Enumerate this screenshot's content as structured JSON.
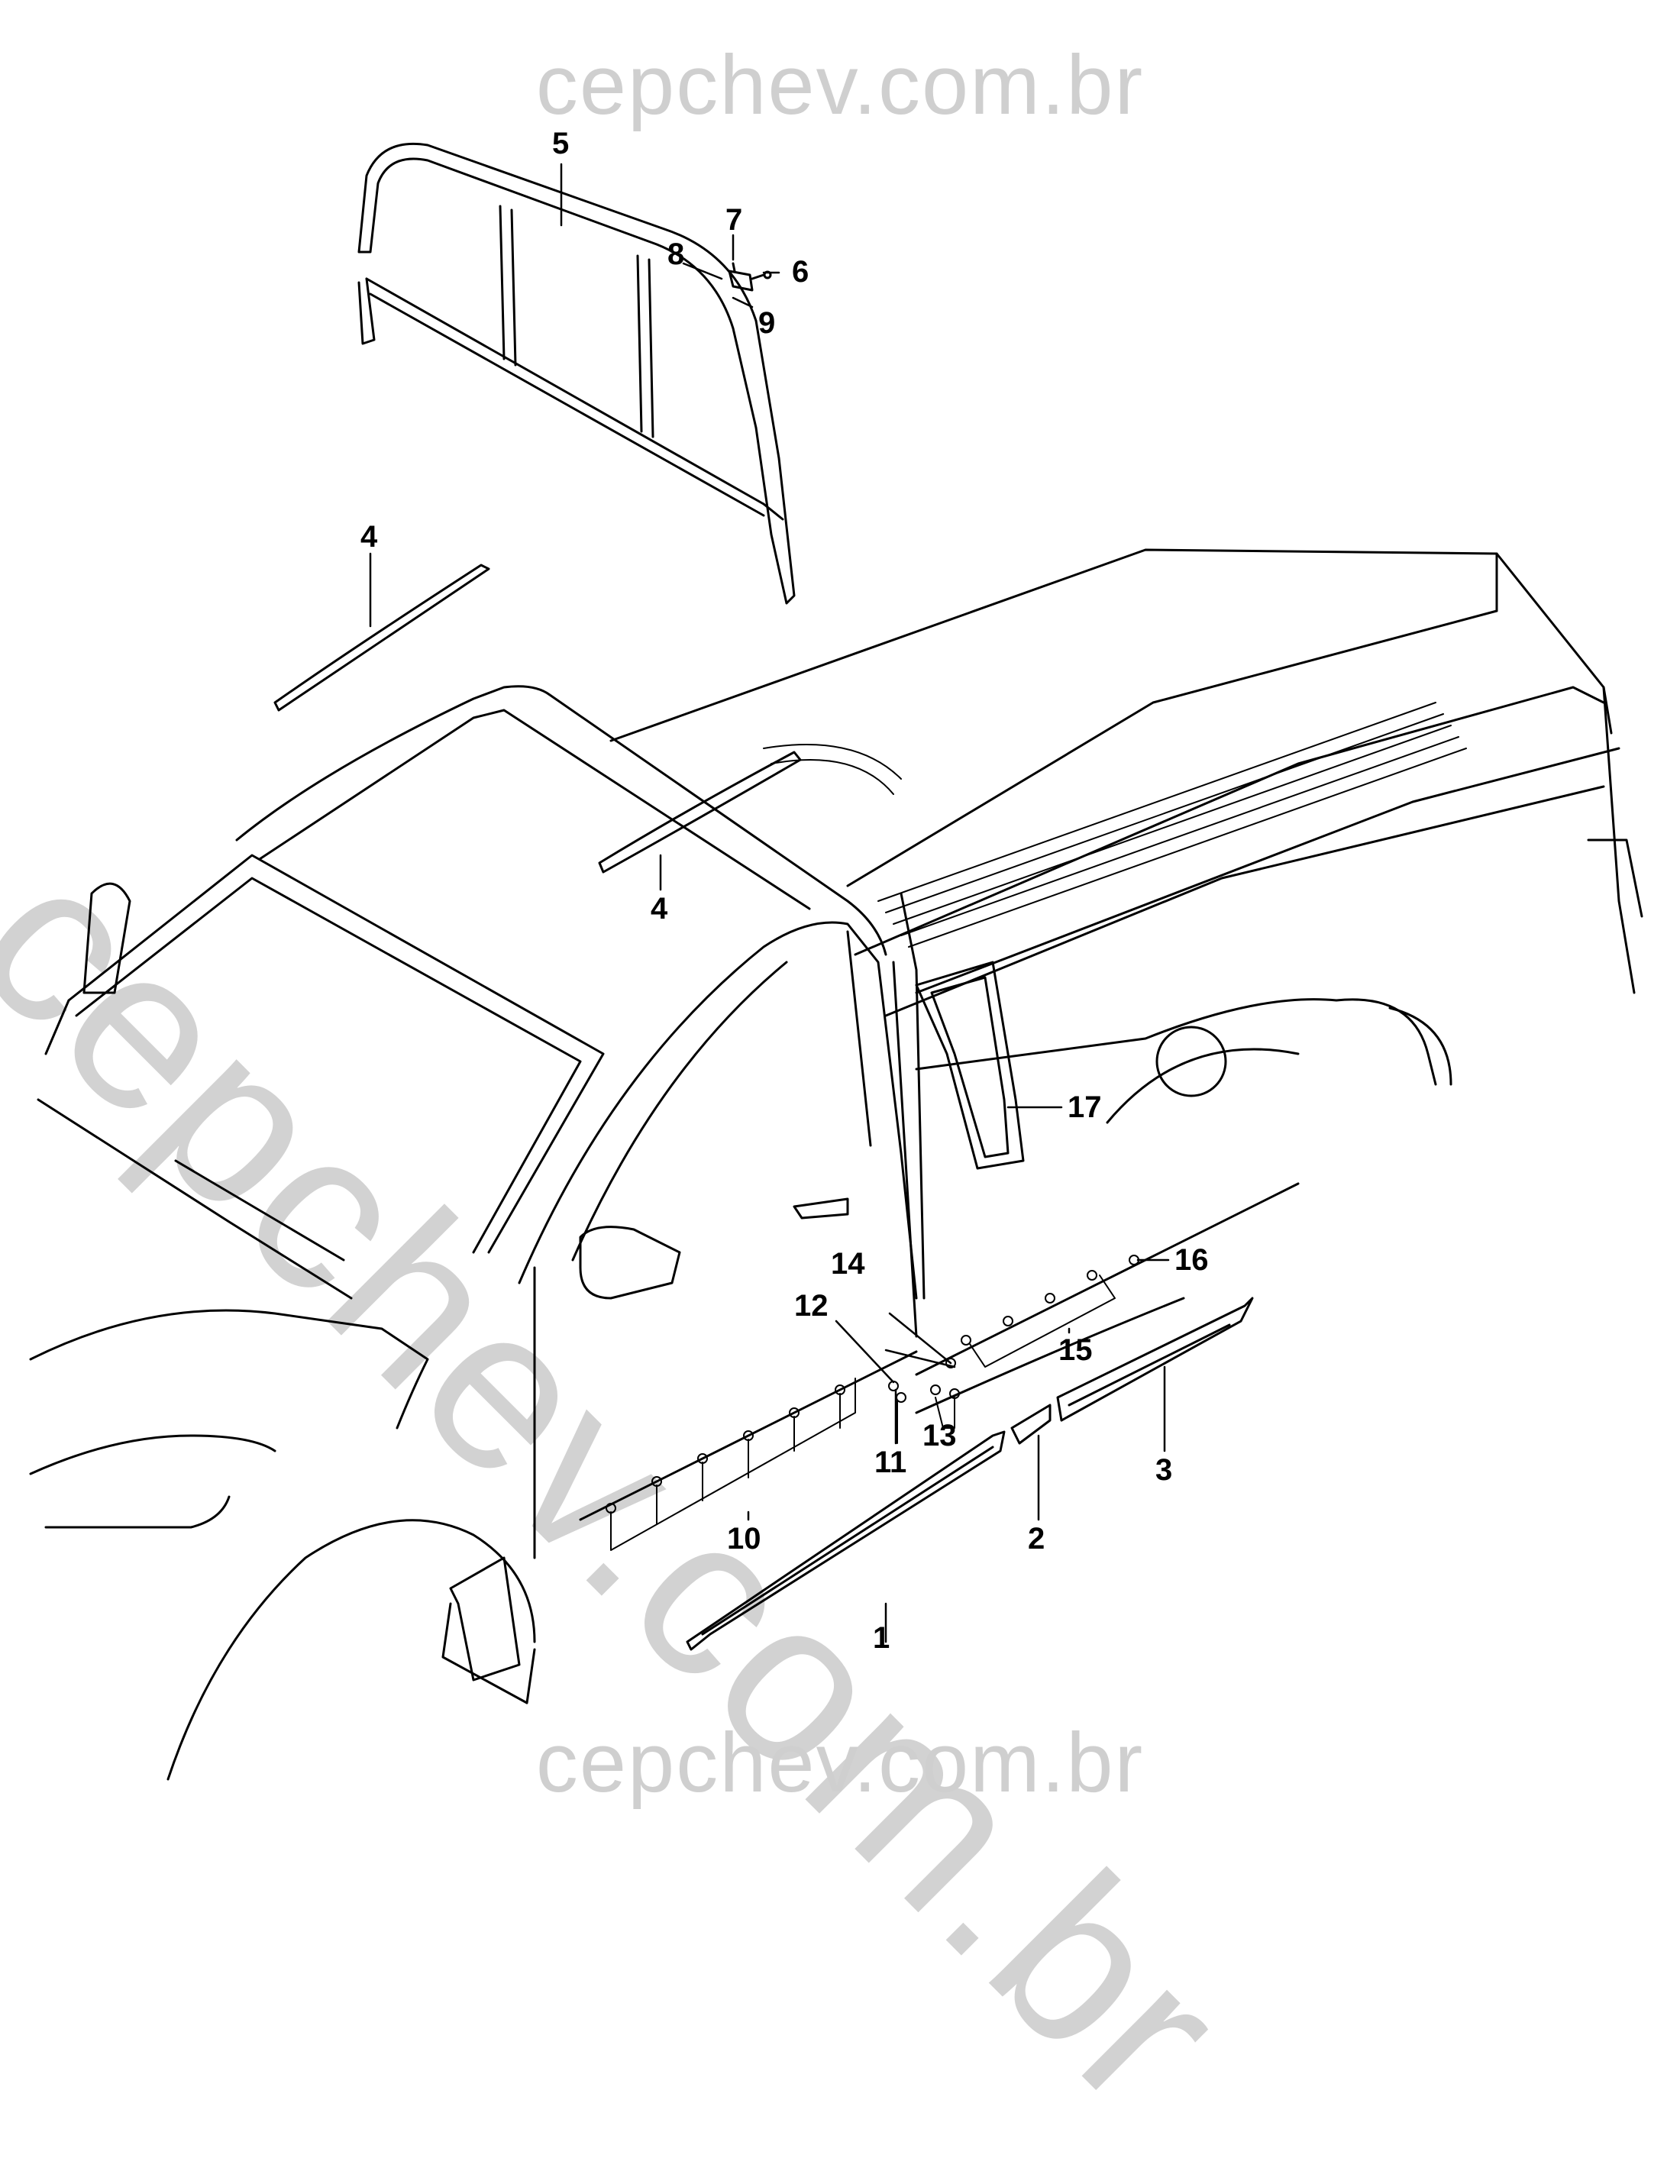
{
  "watermark": {
    "top": "cepchev.com.br",
    "diagonal": "cepchev.com.br",
    "bottom": "cepchev.com.br"
  },
  "callouts": [
    {
      "id": "1",
      "label": "1"
    },
    {
      "id": "2",
      "label": "2"
    },
    {
      "id": "3",
      "label": "3"
    },
    {
      "id": "4a",
      "label": "4"
    },
    {
      "id": "4b",
      "label": "4"
    },
    {
      "id": "5",
      "label": "5"
    },
    {
      "id": "6",
      "label": "6"
    },
    {
      "id": "7",
      "label": "7"
    },
    {
      "id": "8",
      "label": "8"
    },
    {
      "id": "9",
      "label": "9"
    },
    {
      "id": "10",
      "label": "10"
    },
    {
      "id": "11",
      "label": "11"
    },
    {
      "id": "12",
      "label": "12"
    },
    {
      "id": "13",
      "label": "13"
    },
    {
      "id": "14",
      "label": "14"
    },
    {
      "id": "15",
      "label": "15"
    },
    {
      "id": "16",
      "label": "16"
    },
    {
      "id": "17",
      "label": "17"
    }
  ]
}
